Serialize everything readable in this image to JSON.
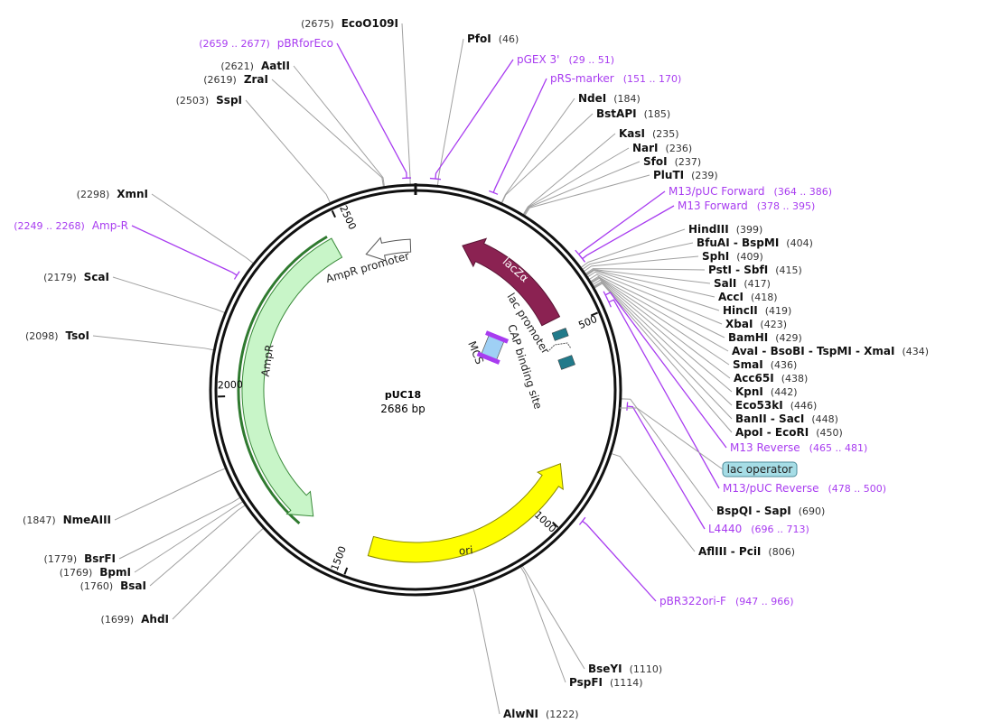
{
  "plasmid": {
    "name": "pUC18",
    "length": "2686 bp"
  },
  "ticks": [
    "500",
    "1000",
    "1500",
    "2000",
    "2500"
  ],
  "features": {
    "ampr": "AmpR",
    "ampr_promoter": "AmpR promoter",
    "ori": "ori",
    "lacz": "lacZα",
    "lac_promoter": "lac promoter",
    "cap": "CAP binding site",
    "mcs": "MCS",
    "lac_operator": "lac operator"
  },
  "colors": {
    "ampr": "#c8f5c8",
    "ori": "#ffff00",
    "lacz": "#8b2252",
    "primer": "#a83cf0",
    "promoter": "#217a8a",
    "mcs": "#9fd0f5"
  },
  "sites": [
    {
      "name": "PfoI",
      "pos": "(46)"
    },
    {
      "name": "NdeI",
      "pos": "(184)"
    },
    {
      "name": "BstAPI",
      "pos": "(185)"
    },
    {
      "name": "KasI",
      "pos": "(235)"
    },
    {
      "name": "NarI",
      "pos": "(236)"
    },
    {
      "name": "SfoI",
      "pos": "(237)"
    },
    {
      "name": "PluTI",
      "pos": "(239)"
    },
    {
      "name": "HindIII",
      "pos": "(399)"
    },
    {
      "name": "BfuAI - BspMI",
      "pos": "(404)"
    },
    {
      "name": "SphI",
      "pos": "(409)"
    },
    {
      "name": "PstI - SbfI",
      "pos": "(415)"
    },
    {
      "name": "SalI",
      "pos": "(417)"
    },
    {
      "name": "AccI",
      "pos": "(418)"
    },
    {
      "name": "HincII",
      "pos": "(419)"
    },
    {
      "name": "XbaI",
      "pos": "(423)"
    },
    {
      "name": "BamHI",
      "pos": "(429)"
    },
    {
      "name": "AvaI - BsoBI - TspMI - XmaI",
      "pos": "(434)"
    },
    {
      "name": "SmaI",
      "pos": "(436)"
    },
    {
      "name": "Acc65I",
      "pos": "(438)"
    },
    {
      "name": "KpnI",
      "pos": "(442)"
    },
    {
      "name": "Eco53kI",
      "pos": "(446)"
    },
    {
      "name": "BanII - SacI",
      "pos": "(448)"
    },
    {
      "name": "ApoI - EcoRI",
      "pos": "(450)"
    },
    {
      "name": "BspQI - SapI",
      "pos": "(690)"
    },
    {
      "name": "AflIII - PciI",
      "pos": "(806)"
    },
    {
      "name": "BseYI",
      "pos": "(1110)"
    },
    {
      "name": "PspFI",
      "pos": "(1114)"
    },
    {
      "name": "AlwNI",
      "pos": "(1222)"
    },
    {
      "name": "EcoO109I",
      "pos": "(2675)"
    },
    {
      "name": "AatII",
      "pos": "(2621)"
    },
    {
      "name": "ZraI",
      "pos": "(2619)"
    },
    {
      "name": "SspI",
      "pos": "(2503)"
    },
    {
      "name": "XmnI",
      "pos": "(2298)"
    },
    {
      "name": "ScaI",
      "pos": "(2179)"
    },
    {
      "name": "TsoI",
      "pos": "(2098)"
    },
    {
      "name": "NmeAIII",
      "pos": "(1847)"
    },
    {
      "name": "BsrFI",
      "pos": "(1779)"
    },
    {
      "name": "BpmI",
      "pos": "(1769)"
    },
    {
      "name": "BsaI",
      "pos": "(1760)"
    },
    {
      "name": "AhdI",
      "pos": "(1699)"
    }
  ],
  "primers": [
    {
      "name": "pBRforEco",
      "range": "(2659 .. 2677)"
    },
    {
      "name": "pGEX 3'",
      "range": "(29 .. 51)"
    },
    {
      "name": "pRS-marker",
      "range": "(151 .. 170)"
    },
    {
      "name": "M13/pUC Forward",
      "range": "(364 .. 386)"
    },
    {
      "name": "M13 Forward",
      "range": "(378 .. 395)"
    },
    {
      "name": "Amp-R",
      "range": "(2249 .. 2268)"
    },
    {
      "name": "M13 Reverse",
      "range": "(465 .. 481)"
    },
    {
      "name": "M13/pUC Reverse",
      "range": "(478 .. 500)"
    },
    {
      "name": "L4440",
      "range": "(696 .. 713)"
    },
    {
      "name": "pBR322ori-F",
      "range": "(947 .. 966)"
    }
  ]
}
